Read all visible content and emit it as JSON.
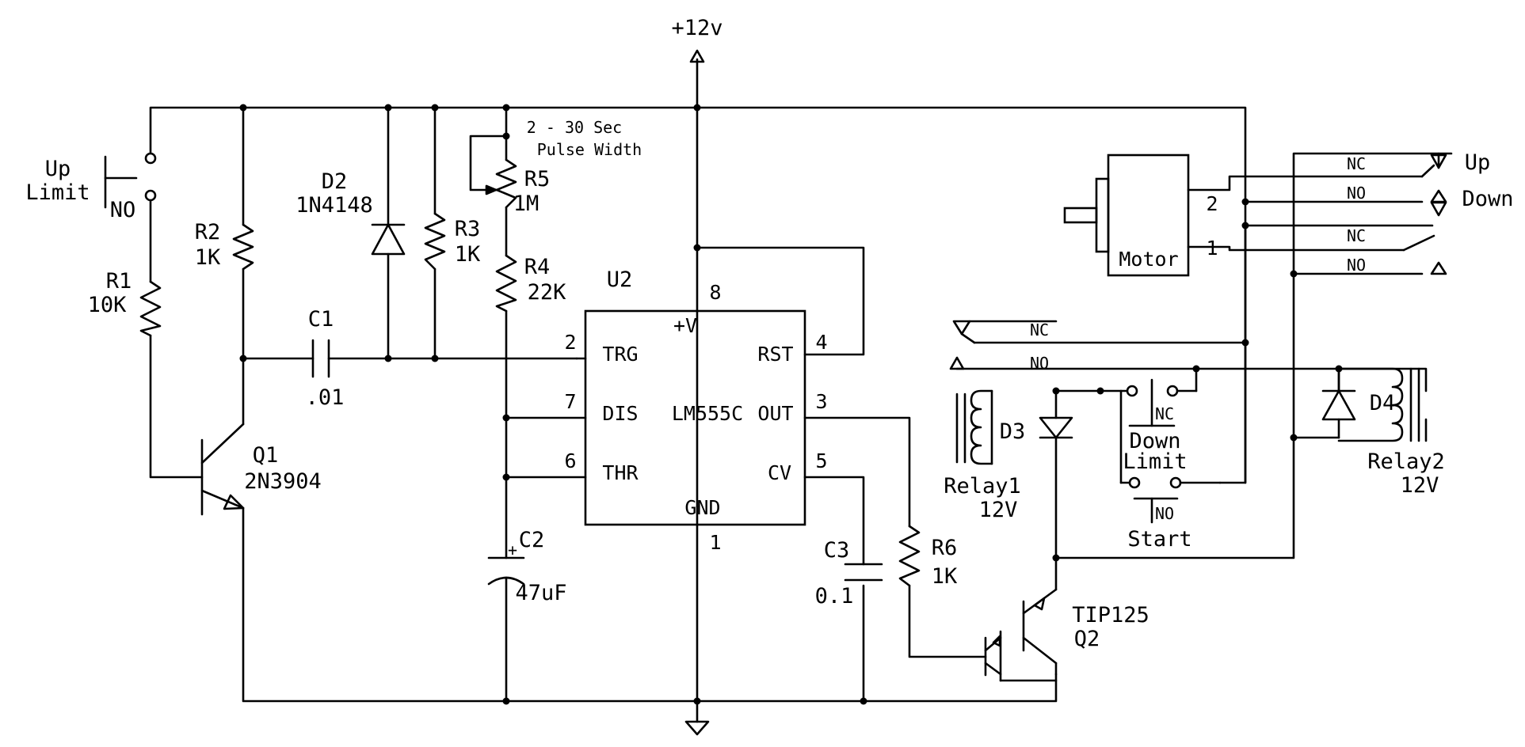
{
  "supply": "+12v",
  "note_line1": "2 - 30 Sec",
  "note_line2": "Pulse Width",
  "up_limit": {
    "line1": "Up",
    "line2": "Limit",
    "contact": "NO"
  },
  "r1": {
    "ref": "R1",
    "value": "10K"
  },
  "r2": {
    "ref": "R2",
    "value": "1K"
  },
  "r3": {
    "ref": "R3",
    "value": "1K"
  },
  "r4": {
    "ref": "R4",
    "value": "22K"
  },
  "r5": {
    "ref": "R5",
    "value": "1M"
  },
  "r6": {
    "ref": "R6",
    "value": "1K"
  },
  "d2": {
    "ref": "D2",
    "value": "1N4148"
  },
  "c1": {
    "ref": "C1",
    "value": ".01"
  },
  "c2": {
    "ref": "C2",
    "value": "47uF",
    "polarity": "+"
  },
  "c3": {
    "ref": "C3",
    "value": "0.1"
  },
  "q1": {
    "ref": "Q1",
    "value": "2N3904"
  },
  "q2": {
    "ref": "Q2",
    "value": "TIP125"
  },
  "u2": {
    "ref": "U2",
    "part": "LM555C",
    "vcc": "+V",
    "gnd": "GND",
    "trg": "TRG",
    "dis": "DIS",
    "thr": "THR",
    "rst": "RST",
    "out": "OUT",
    "cv": "CV",
    "pin8": "8",
    "pin2": "2",
    "pin7": "7",
    "pin6": "6",
    "pin4": "4",
    "pin3": "3",
    "pin5": "5",
    "pin1": "1"
  },
  "motor": {
    "label": "Motor",
    "terminal2": "2",
    "terminal1": "1"
  },
  "relay_contacts": {
    "nc": "NC",
    "no": "NO",
    "up": "Up",
    "down": "Down"
  },
  "relay1": {
    "ref": "Relay1",
    "voltage": "12V",
    "diode": "D3"
  },
  "relay2": {
    "ref": "Relay2",
    "voltage": "12V",
    "diode": "D4"
  },
  "down_limit": {
    "line1": "Down",
    "line2": "Limit",
    "contact": "NC"
  },
  "start": {
    "label": "Start",
    "contact": "NO"
  }
}
